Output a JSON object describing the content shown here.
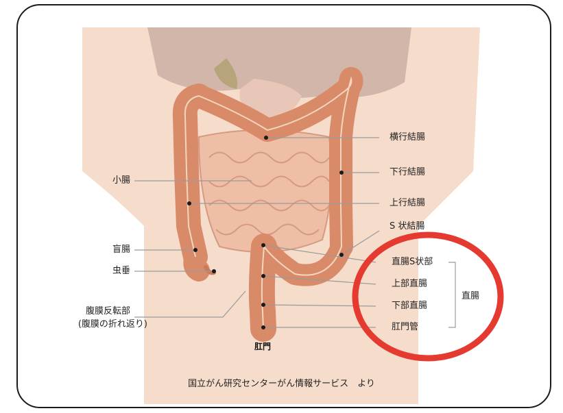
{
  "labels": {
    "transverse_colon": "横行結腸",
    "descending_colon": "下行結腸",
    "ascending_colon": "上行結腸",
    "sigmoid_colon": "S 状結腸",
    "small_intestine": "小腸",
    "cecum": "盲腸",
    "appendix": "虫垂",
    "peritoneal_reflection": "腹膜反転部",
    "peritoneal_reflection_note": "(腹膜の折れ返り)",
    "rectosigmoid": "直腸S状部",
    "upper_rectum": "上部直腸",
    "lower_rectum": "下部直腸",
    "anal_canal": "肛門管",
    "rectum": "直腸",
    "anus": "肛門"
  },
  "caption": "国立がん研究センターがん情報サービス　より",
  "colors": {
    "skin": "#f6dccb",
    "colon": "#d98a68",
    "colon_dark": "#b96a4c",
    "small_intestine": "#eebfa6",
    "liver": "#c9aca0",
    "highlight_circle": "#e53a2f"
  }
}
